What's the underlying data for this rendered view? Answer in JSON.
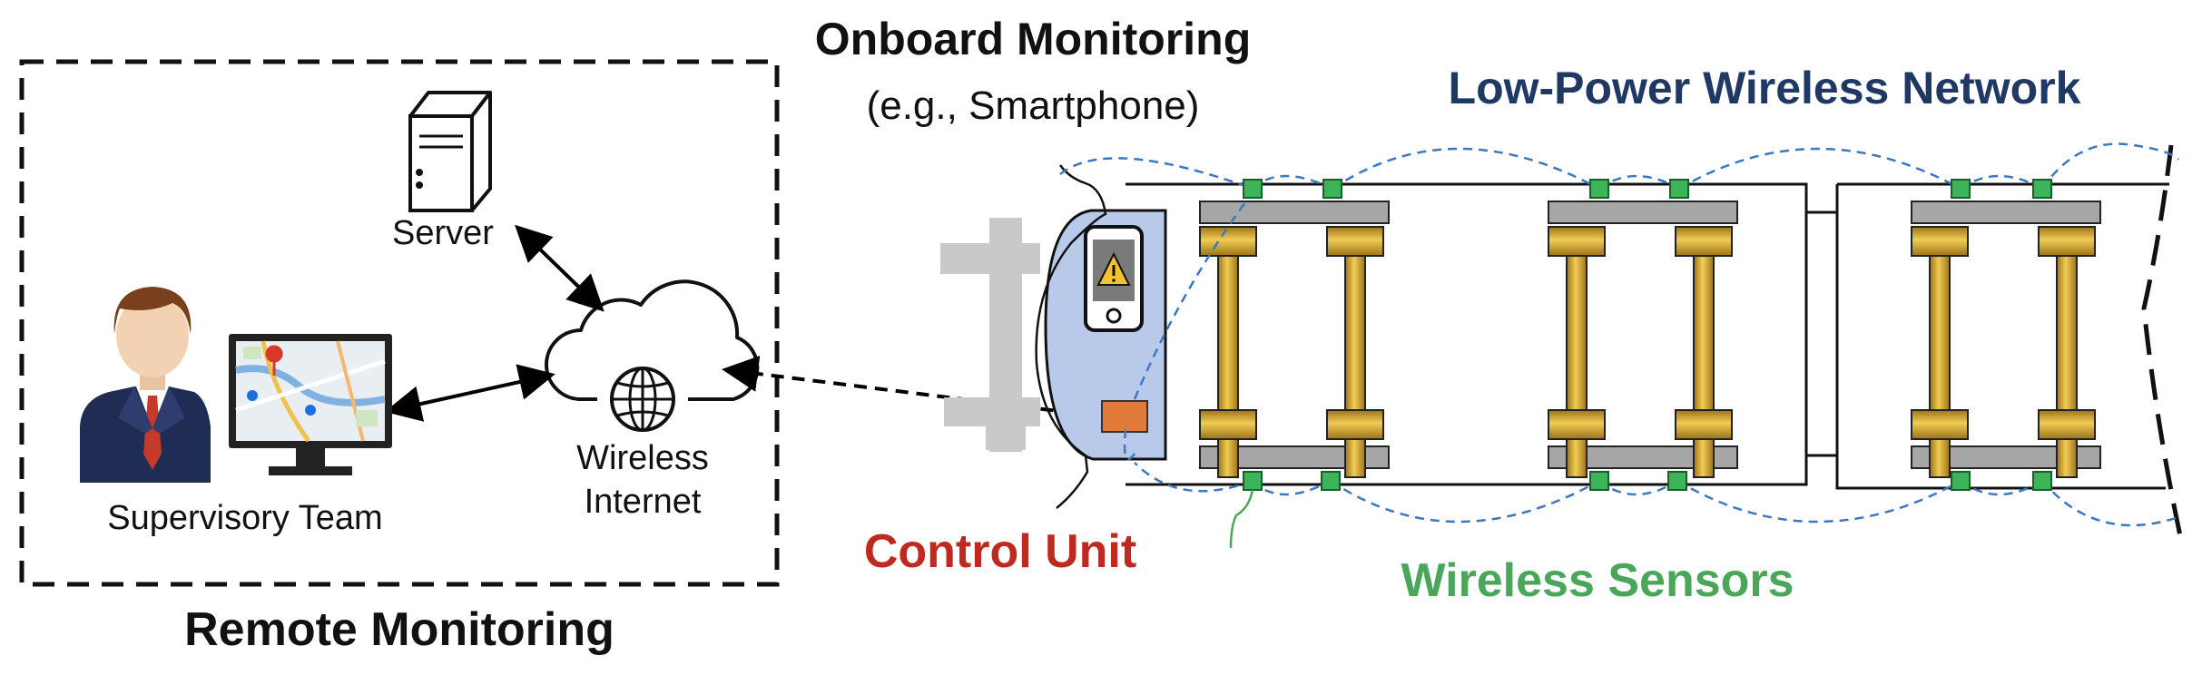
{
  "remote": {
    "title": "Remote Monitoring",
    "server_label": "Server",
    "internet_label_line1": "Wireless",
    "internet_label_line2": "Internet",
    "team_label": "Supervisory Team"
  },
  "onboard": {
    "title": "Onboard Monitoring",
    "subtitle": "(e.g., Smartphone)"
  },
  "network": {
    "title": "Low-Power Wireless Network",
    "control_unit_label": "Control Unit",
    "sensors_label": "Wireless Sensors"
  },
  "colors": {
    "network_title": "#1f3864",
    "control_unit_label": "#c0291f",
    "sensors_label": "#4aa75a",
    "wireless_link": "#3a78c2",
    "control_unit_box": "#e07b39",
    "car_shell": "#b9c9ea",
    "sensor": "#3db35a",
    "frame": "#a6a6a6",
    "wheel_gold": "#d6a936"
  }
}
